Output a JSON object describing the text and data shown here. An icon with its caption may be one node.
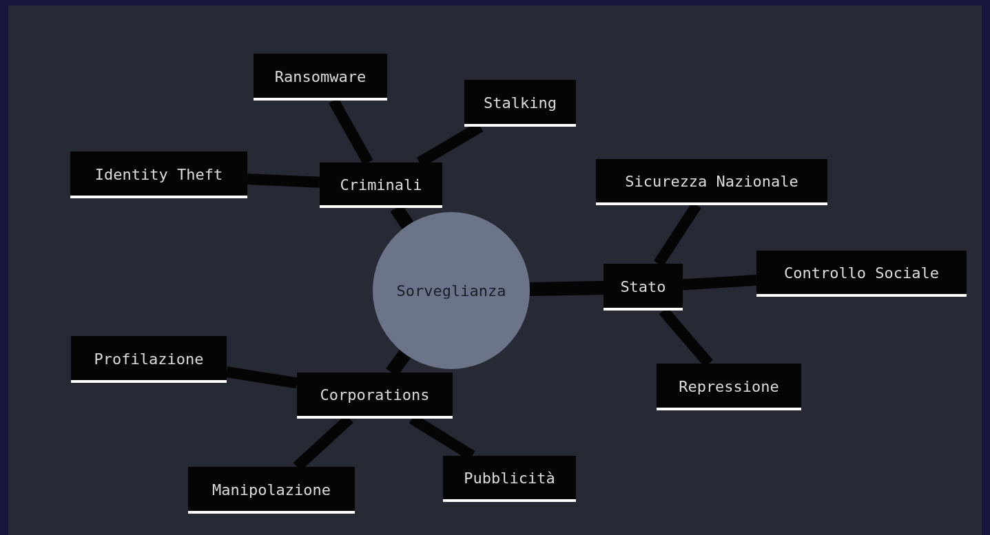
{
  "diagram": {
    "nodes": [
      {
        "text": [
          "Sorveglianza"
        ]
      },
      {
        "text": [
          "Criminali"
        ]
      },
      {
        "text": [
          "Ransomware"
        ]
      },
      {
        "text": [
          "Stalking"
        ]
      },
      {
        "text": [
          "Identity Theft"
        ]
      },
      {
        "text": [
          "Stato"
        ]
      },
      {
        "text": [
          "Sicurezza Nazionale"
        ]
      },
      {
        "text": [
          "Controllo Sociale"
        ]
      },
      {
        "text": [
          "Repressione"
        ]
      },
      {
        "text": [
          "Corporations"
        ]
      },
      {
        "text": [
          "Profilazione"
        ]
      },
      {
        "text": [
          "Manipolazione"
        ]
      },
      {
        "text": [
          "Pubblicità"
        ]
      }
    ],
    "edges": [
      {
        "from": 0,
        "to": 1,
        "arrow": "none"
      },
      {
        "from": 1,
        "to": 2,
        "arrow": "none"
      },
      {
        "from": 1,
        "to": 3,
        "arrow": "none"
      },
      {
        "from": 1,
        "to": 4,
        "arrow": "none"
      },
      {
        "from": 0,
        "to": 5,
        "arrow": "none"
      },
      {
        "from": 5,
        "to": 6,
        "arrow": "none"
      },
      {
        "from": 5,
        "to": 7,
        "arrow": "none"
      },
      {
        "from": 5,
        "to": 8,
        "arrow": "none"
      },
      {
        "from": 0,
        "to": 9,
        "arrow": "none"
      },
      {
        "from": 9,
        "to": 10,
        "arrow": "none"
      },
      {
        "from": 9,
        "to": 11,
        "arrow": "none"
      },
      {
        "from": 9,
        "to": 12,
        "arrow": "none"
      }
    ]
  }
}
